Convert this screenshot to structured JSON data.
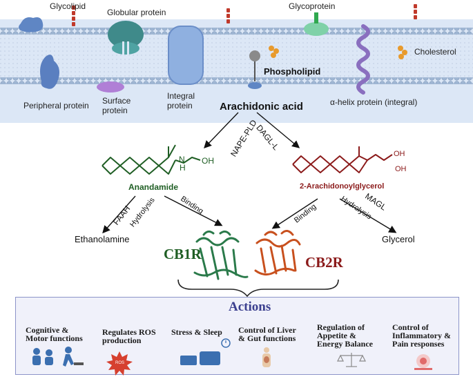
{
  "membrane": {
    "labels": {
      "glycolipid": "Glycolipid",
      "globular_protein": "Globular protein",
      "glycoprotein": "Glycoprotein",
      "cholesterol": "Cholesterol",
      "phospholipid": "Phospholipid",
      "peripheral_protein": "Peripheral protein",
      "surface_protein_line1": "Surface",
      "surface_protein_line2": "protein",
      "integral_protein_line1": "Integral",
      "integral_protein_line2": "protein",
      "alpha_helix_protein": "α-helix protein (integral)"
    }
  },
  "pathway": {
    "precursor": "Arachidonic acid",
    "enzyme_left": "NAPE-PLD",
    "enzyme_right": "DAGL-L",
    "ligand_left": "Anandamide",
    "ligand_right": "2-Arachidonoylglycerol",
    "left_hydrolysis_enzyme": "FAAH",
    "right_hydrolysis_enzyme": "MAGL",
    "hydrolysis_label": "Hydrolysis",
    "binding_label": "Binding",
    "product_left": "Ethanolamine",
    "product_right": "Glycerol",
    "receptor_left": "CB1R",
    "receptor_right": "CB2R",
    "molecule_labels": {
      "nh": "N",
      "h": "H",
      "oh": "OH"
    }
  },
  "actions": {
    "title": "Actions",
    "items": [
      "Cognitive &\nMotor functions",
      "Regulates ROS\nproduction",
      "Stress & Sleep",
      "Control of Liver\n& Gut functions",
      "Regulation of\nAppetite &\nEnergy Balance",
      "Control of\nInflammatory &\nPain responses"
    ],
    "ros_badge": "ROS"
  },
  "colors": {
    "membrane_bg": "#dce7f6",
    "lipid_head": "#9fb6d3",
    "anandamide": "#1f5e24",
    "ag2": "#8b1a1a",
    "cb1r": "#2a7a4a",
    "cb2r": "#c8501e",
    "actions_border": "#8c93c9",
    "actions_title": "#3b3f8f"
  }
}
